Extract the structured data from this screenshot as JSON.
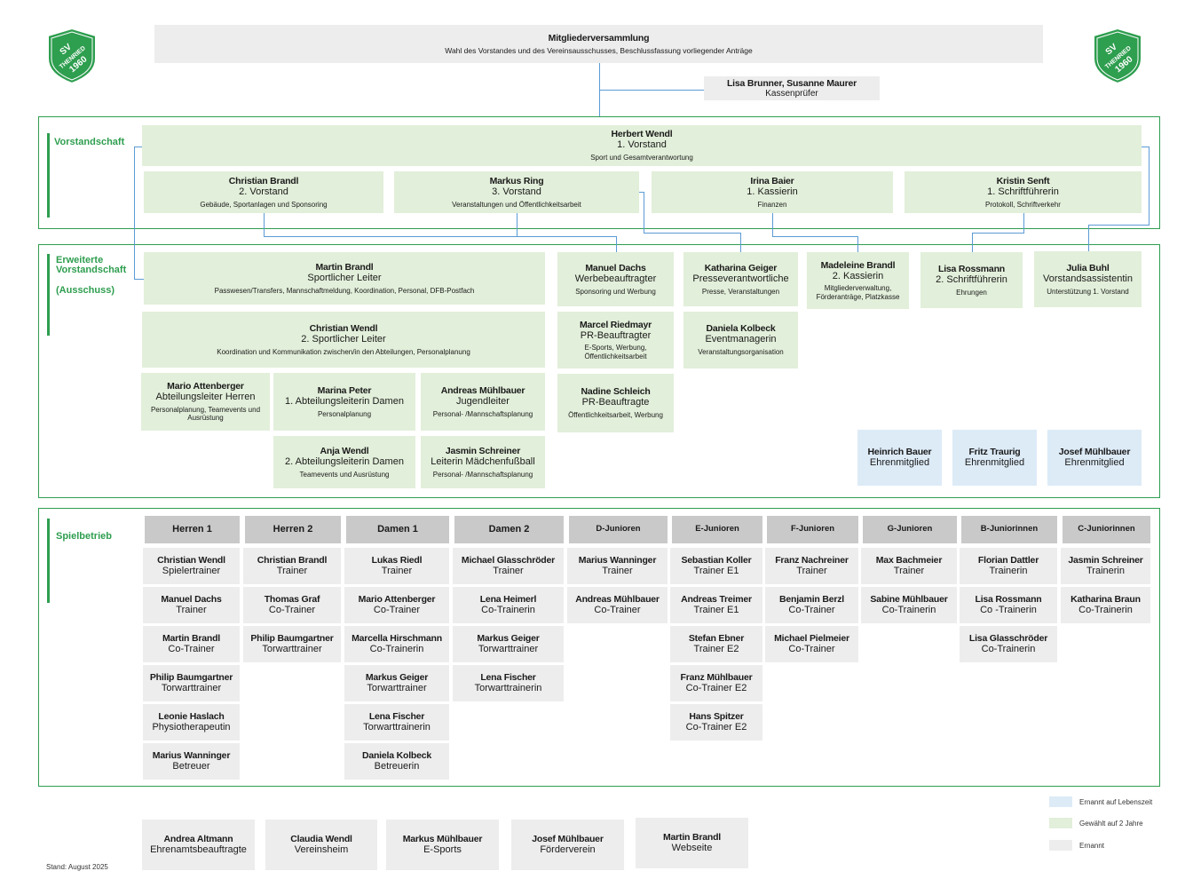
{
  "logo": {
    "text_top": "SV",
    "text_mid": "THENRIED",
    "text_year": "1960"
  },
  "assembly": {
    "title": "Mitgliederversammlung",
    "subtitle": "Wahl des Vorstandes und des Vereinsausschusses, Beschlussfassung vorliegender Anträge"
  },
  "auditors": {
    "name": "Lisa Brunner, Susanne Maurer",
    "role": "Kassenprüfer"
  },
  "sections": {
    "vorstand": "Vorstandschaft",
    "erweitert_1": "Erweiterte",
    "erweitert_2": "Vorstandschaft",
    "erweitert_3": "(Ausschuss)",
    "spielbetrieb": "Spielbetrieb"
  },
  "vorstand": {
    "chair": {
      "name": "Herbert Wendl",
      "role": "1. Vorstand",
      "desc": "Sport und Gesamtverantwortung"
    },
    "members": [
      {
        "name": "Christian Brandl",
        "role": "2. Vorstand",
        "desc": "Gebäude, Sportanlagen und Sponsoring"
      },
      {
        "name": "Markus Ring",
        "role": "3. Vorstand",
        "desc": "Veranstaltungen und Öffentlichkeitsarbeit"
      },
      {
        "name": "Irina Baier",
        "role": "1. Kassierin",
        "desc": "Finanzen"
      },
      {
        "name": "Kristin Senft",
        "role": "1. Schriftführerin",
        "desc": "Protokoll, Schriftverkehr"
      }
    ]
  },
  "ausschuss": {
    "martin": {
      "name": "Martin Brandl",
      "role": "Sportlicher Leiter",
      "desc": "Passwesen/Transfers, Mannschaftmeldung, Koordination, Personal, DFB-Postfach"
    },
    "christian": {
      "name": "Christian Wendl",
      "role": "2. Sportlicher Leiter",
      "desc": "Koordination und Kommunikation zwischen/in den Abteilungen, Personalplanung"
    },
    "mario": {
      "name": "Mario Attenberger",
      "role": "Abteilungsleiter Herren",
      "desc": "Personalplanung, Teamevents und Ausrüstung"
    },
    "marina": {
      "name": "Marina Peter",
      "role": "1. Abteilungsleiterin Damen",
      "desc": "Personalplanung"
    },
    "andreas": {
      "name": "Andreas Mühlbauer",
      "role": "Jugendleiter",
      "desc": "Personal- /Mannschaftsplanung"
    },
    "anja": {
      "name": "Anja Wendl",
      "role": "2. Abteilungsleiterin Damen",
      "desc": "Teamevents und Ausrüstung"
    },
    "jasmin": {
      "name": "Jasmin Schreiner",
      "role": "Leiterin Mädchenfußball",
      "desc": "Personal- /Mannschaftsplanung"
    },
    "manuel": {
      "name": "Manuel Dachs",
      "role": "Werbebeauftragter",
      "desc": "Sponsoring und Werbung"
    },
    "marcel": {
      "name": "Marcel Riedmayr",
      "role": "PR-Beauftragter",
      "desc": "E-Sports, Werbung, Öffentlichkeitsarbeit"
    },
    "nadine": {
      "name": "Nadine Schleich",
      "role": "PR-Beauftragte",
      "desc": "Öffentlichkeitsarbeit, Werbung"
    },
    "katharina": {
      "name": "Katharina Geiger",
      "role": "Presseverantwortliche",
      "desc": "Presse, Veranstaltungen"
    },
    "daniela": {
      "name": "Daniela Kolbeck",
      "role": "Eventmanagerin",
      "desc": "Veranstaltungsorganisation"
    },
    "madeleine": {
      "name": "Madeleine Brandl",
      "role": "2. Kassierin",
      "desc": "Mitgliederverwaltung, Förderanträge, Platzkasse"
    },
    "lisa": {
      "name": "Lisa Rossmann",
      "role": "2. Schriftführerin",
      "desc": "Ehrungen"
    },
    "julia": {
      "name": "Julia Buhl",
      "role": "Vorstandsassistentin",
      "desc": "Unterstützung 1. Vorstand"
    }
  },
  "honorary": [
    {
      "name": "Heinrich Bauer",
      "role": "Ehrenmitglied"
    },
    {
      "name": "Fritz Traurig",
      "role": "Ehrenmitglied"
    },
    {
      "name": "Josef Mühlbauer",
      "role": "Ehrenmitglied"
    }
  ],
  "teams": [
    {
      "name": "Herren 1",
      "staff": [
        {
          "name": "Christian Wendl",
          "role": "Spielertrainer"
        },
        {
          "name": "Manuel Dachs",
          "role": "Trainer"
        },
        {
          "name": "Martin Brandl",
          "role": "Co-Trainer"
        },
        {
          "name": "Philip Baumgartner",
          "role": "Torwarttrainer"
        },
        {
          "name": "Leonie Haslach",
          "role": "Physiotherapeutin"
        },
        {
          "name": "Marius Wanninger",
          "role": "Betreuer"
        }
      ]
    },
    {
      "name": "Herren 2",
      "staff": [
        {
          "name": "Christian Brandl",
          "role": "Trainer"
        },
        {
          "name": "Thomas Graf",
          "role": "Co-Trainer"
        },
        {
          "name": "Philip Baumgartner",
          "role": "Torwarttrainer"
        }
      ]
    },
    {
      "name": "Damen 1",
      "staff": [
        {
          "name": "Lukas Riedl",
          "role": "Trainer"
        },
        {
          "name": "Mario Attenberger",
          "role": "Co-Trainer"
        },
        {
          "name": "Marcella Hirschmann",
          "role": "Co-Trainerin"
        },
        {
          "name": "Markus Geiger",
          "role": "Torwarttrainer"
        },
        {
          "name": "Lena Fischer",
          "role": "Torwarttrainerin"
        },
        {
          "name": "Daniela Kolbeck",
          "role": "Betreuerin"
        }
      ]
    },
    {
      "name": "Damen 2",
      "staff": [
        {
          "name": "Michael Glasschröder",
          "role": "Trainer"
        },
        {
          "name": "Lena Heimerl",
          "role": "Co-Trainerin"
        },
        {
          "name": "Markus Geiger",
          "role": "Torwarttrainer"
        },
        {
          "name": "Lena Fischer",
          "role": "Torwarttrainerin"
        }
      ]
    },
    {
      "name": "D-Junioren",
      "staff": [
        {
          "name": "Marius Wanninger",
          "role": "Trainer"
        },
        {
          "name": "Andreas Mühlbauer",
          "role": "Co-Trainer"
        }
      ]
    },
    {
      "name": "E-Junioren",
      "staff": [
        {
          "name": "Sebastian Koller",
          "role": "Trainer E1"
        },
        {
          "name": "Andreas Treimer",
          "role": "Trainer E1"
        },
        {
          "name": "Stefan Ebner",
          "role": "Trainer E2"
        },
        {
          "name": "Franz Mühlbauer",
          "role": "Co-Trainer E2"
        },
        {
          "name": "Hans Spitzer",
          "role": "Co-Trainer E2"
        }
      ]
    },
    {
      "name": "F-Junioren",
      "staff": [
        {
          "name": "Franz Nachreiner",
          "role": "Trainer"
        },
        {
          "name": "Benjamin Berzl",
          "role": "Co-Trainer"
        },
        {
          "name": "Michael Pielmeier",
          "role": "Co-Trainer"
        }
      ]
    },
    {
      "name": "G-Junioren",
      "staff": [
        {
          "name": "Max Bachmeier",
          "role": "Trainer"
        },
        {
          "name": "Sabine Mühlbauer",
          "role": "Co-Trainerin"
        }
      ]
    },
    {
      "name": "B-Juniorinnen",
      "staff": [
        {
          "name": "Florian Dattler",
          "role": "Trainerin"
        },
        {
          "name": "Lisa Rossmann",
          "role": "Co -Trainerin"
        },
        {
          "name": "Lisa Glasschröder",
          "role": "Co-Trainerin"
        }
      ]
    },
    {
      "name": "C-Juniorinnen",
      "staff": [
        {
          "name": "Jasmin Schreiner",
          "role": "Trainerin"
        },
        {
          "name": "Katharina Braun",
          "role": "Co-Trainerin"
        }
      ]
    }
  ],
  "footer_roles": [
    {
      "name": "Andrea Altmann",
      "role": "Ehrenamtsbeauftragte"
    },
    {
      "name": "Claudia Wendl",
      "role": "Vereinsheim"
    },
    {
      "name": "Markus Mühlbauer",
      "role": "E-Sports"
    },
    {
      "name": "Josef Mühlbauer",
      "role": "Förderverein"
    },
    {
      "name": "Martin Brandl",
      "role": "Webseite"
    }
  ],
  "legend": [
    {
      "label": "Ernannt auf Lebenszeit",
      "color": "#ddebf7"
    },
    {
      "label": "Gewählt auf 2 Jahre",
      "color": "#e2efda"
    },
    {
      "label": "Ernannt",
      "color": "#ededed"
    }
  ],
  "stand": "Stand: August 2025",
  "colors": {
    "accent": "#2e9e4f",
    "line": "#5b9bd5",
    "elected": "#e2efda",
    "honorary": "#ddebf7",
    "appointed": "#ededed",
    "header": "#c9c9c9"
  }
}
